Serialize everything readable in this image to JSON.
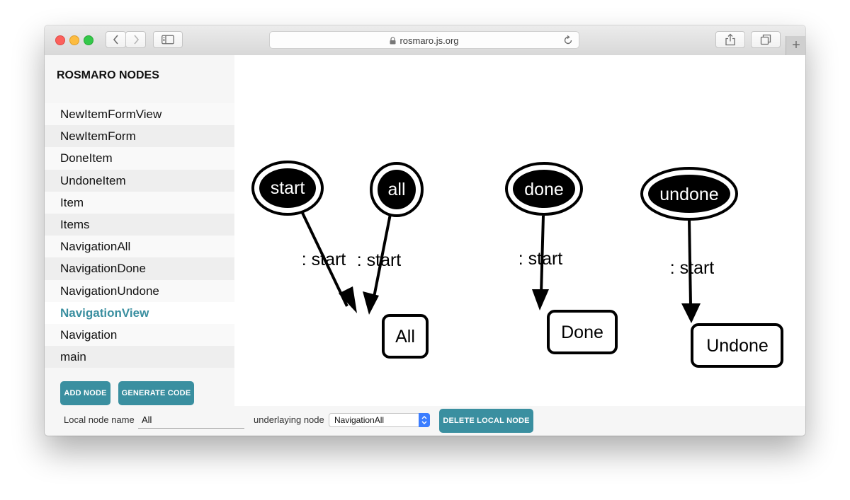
{
  "browser": {
    "url": "rosmaro.js.org",
    "new_tab_label": "+"
  },
  "sidebar": {
    "title": "ROSMARO NODES",
    "nodes": [
      {
        "label": "NewItemFormView"
      },
      {
        "label": "NewItemForm"
      },
      {
        "label": "DoneItem"
      },
      {
        "label": "UndoneItem"
      },
      {
        "label": "Item"
      },
      {
        "label": "Items"
      },
      {
        "label": "NavigationAll"
      },
      {
        "label": "NavigationDone"
      },
      {
        "label": "NavigationUndone"
      },
      {
        "label": "NavigationView",
        "active": true
      },
      {
        "label": "Navigation"
      },
      {
        "label": "main"
      }
    ],
    "add_node_label": "ADD NODE",
    "generate_code_label": "GENERATE CODE"
  },
  "graph": {
    "initial_nodes": [
      "start",
      "all",
      "done",
      "undone"
    ],
    "state_nodes": [
      "All",
      "Done",
      "Undone"
    ],
    "edges": [
      {
        "from": "start",
        "to": "All",
        "label": ": start"
      },
      {
        "from": "all",
        "to": "All",
        "label": ": start"
      },
      {
        "from": "done",
        "to": "Done",
        "label": ": start"
      },
      {
        "from": "undone",
        "to": "Undone",
        "label": ": start"
      }
    ]
  },
  "bottom": {
    "local_node_name_label": "Local node name",
    "local_node_name_value": "All",
    "underlaying_label": "underlaying node",
    "underlaying_value": "NavigationAll",
    "delete_label": "DELETE LOCAL NODE"
  },
  "colors": {
    "accent": "#3a8fa0",
    "select_arrow": "#3b7dff"
  }
}
